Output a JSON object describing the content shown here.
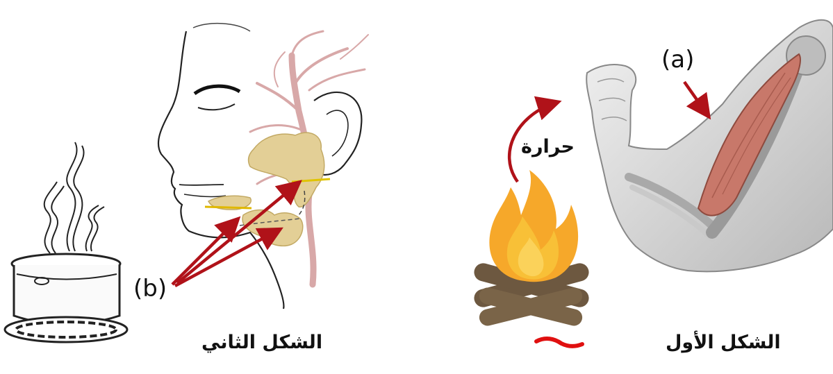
{
  "figure_one": {
    "caption": "الشكل الأول",
    "label_a": "(a)"
  },
  "figure_two": {
    "caption": "الشكل الثاني",
    "label_b": "(b)"
  },
  "fire": {
    "heat_label": "حرارة"
  },
  "colors": {
    "arrow": "#b01219",
    "muscle": "#c8786a",
    "gland": "#e3cf96",
    "vessel": "#d8a8a8",
    "flame_outer": "#f6a82a",
    "flame_inner": "#fbd25a",
    "log": "#6d5840"
  }
}
